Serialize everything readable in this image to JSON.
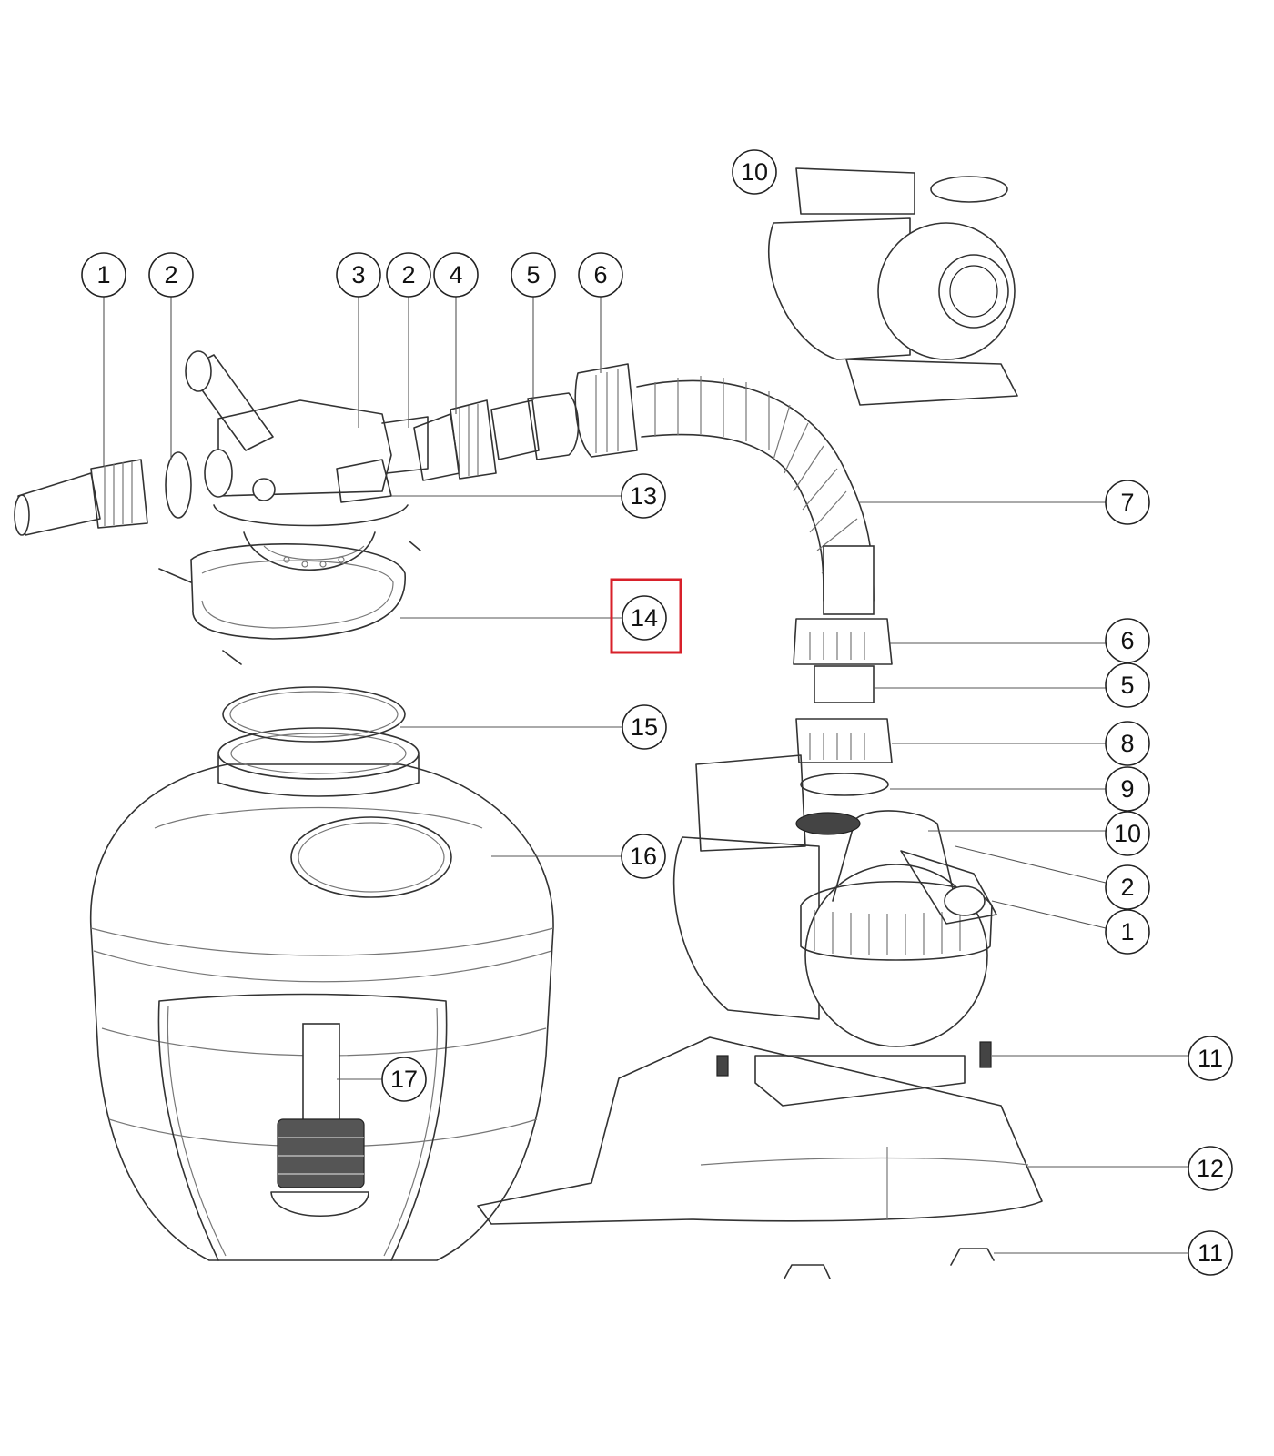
{
  "diagram": {
    "title": "Sand filter pump exploded parts view",
    "highlight_color": "#d8202a",
    "highlighted_callout": "14",
    "callouts": {
      "c1a": "1",
      "c2a": "2",
      "c3": "3",
      "c2b": "2",
      "c4": "4",
      "c5a": "5",
      "c6a": "6",
      "c10a": "10",
      "c13": "13",
      "c14": "14",
      "c15": "15",
      "c16": "16",
      "c17": "17",
      "c7": "7",
      "c6b": "6",
      "c5b": "5",
      "c8": "8",
      "c9": "9",
      "c10b": "10",
      "c2c": "2",
      "c1b": "1",
      "c11a": "11",
      "c12": "12",
      "c11b": "11"
    }
  }
}
